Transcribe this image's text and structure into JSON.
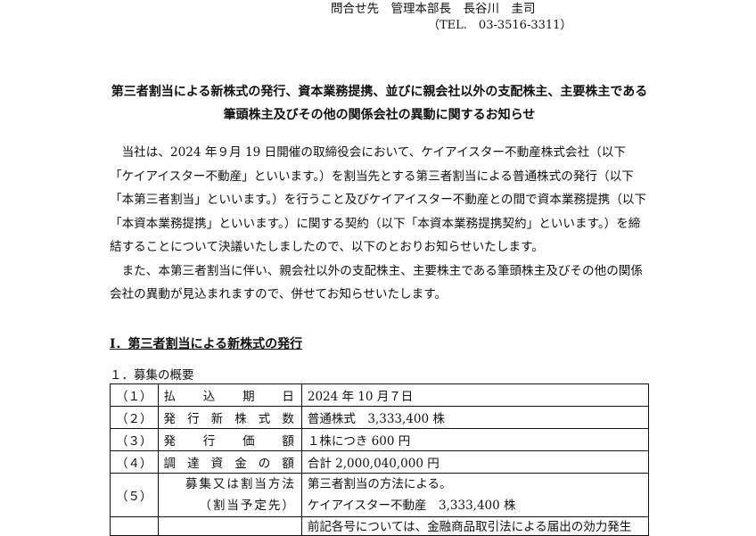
{
  "contact": {
    "line": "問合せ先　管理本部長　長谷川　圭司",
    "tel": "（TEL.　03-3516-3311）"
  },
  "title": "第三者割当による新株式の発行、資本業務提携、並びに親会社以外の支配株主、主要株主である筆頭株主及びその他の関係会社の異動に関するお知らせ",
  "body": {
    "paragraph_1": "　当社は、2024 年９月 19 日開催の取締役会において、ケイアイスター不動産株式会社（以下「ケイアイスター不動産」といいます。）を割当先とする第三者割当による普通株式の発行（以下「本第三者割当」といいます。）を行うこと及びケイアイスター不動産との間で資本業務提携（以下「本資本業務提携」といいます。）に関する契約（以下「本資本業務提携契約」といいます。）を締結することについて決議いたしましたので、以下のとおりお知らせいたします。",
    "paragraph_2": "　また、本第三者割当に伴い、親会社以外の支配株主、主要株主である筆頭株主及びその他の関係会社の異動が見込まれますので、併せてお知らせいたします。"
  },
  "section": {
    "heading": "Ⅰ．第三者割当による新株式の発行",
    "subheading": "１．募集の概要"
  },
  "table": {
    "rows": [
      {
        "num": "（１）",
        "label": "払込期日",
        "value": "2024 年 10 月７日"
      },
      {
        "num": "（２）",
        "label": "発行新株式数",
        "value": "普通株式　3,333,400 株"
      },
      {
        "num": "（３）",
        "label": "発行価額",
        "value": "１株につき 600 円"
      },
      {
        "num": "（４）",
        "label": "調達資金の額",
        "value": "合計 2,000,040,000 円"
      }
    ],
    "row5": {
      "num": "（５）",
      "label_a": "募集又は割当方法",
      "label_b": "（割当予定先）",
      "value_a": "第三者割当の方法による。",
      "value_b": "ケイアイスター不動産　3,333,400 株"
    },
    "row6_partial": "前記各号については、金融商品取引法による届出の効力発生"
  }
}
